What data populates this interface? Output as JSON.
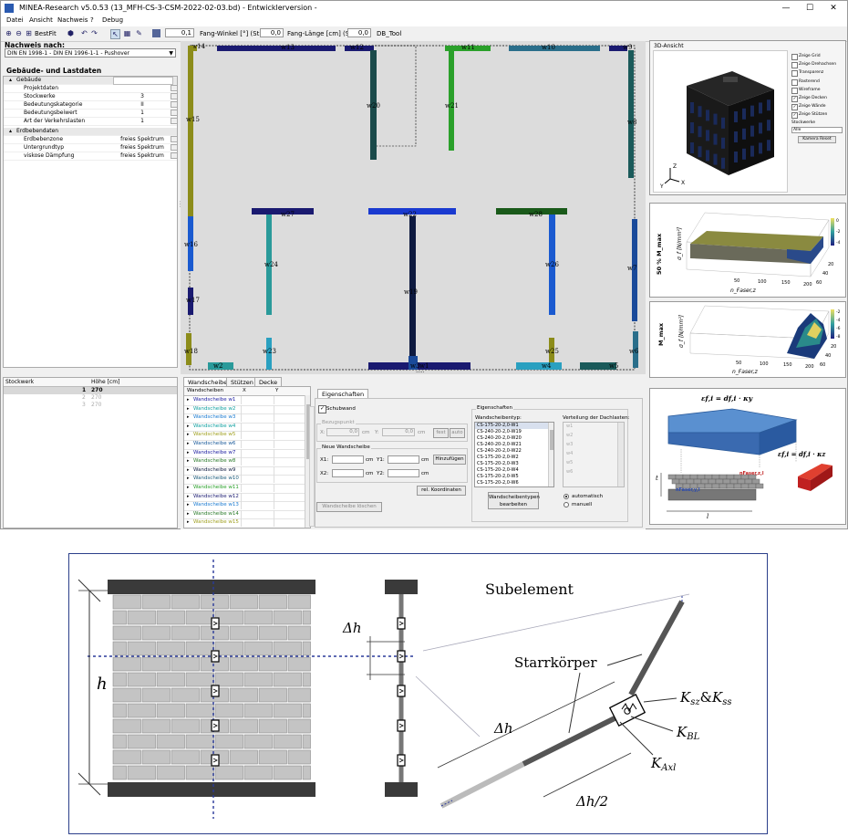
{
  "window": {
    "title": "MINEA-Research v5.0.53 (13_MFH-CS-3-CSM-2022-02-03.bd) - Entwicklerversion -",
    "min": "—",
    "max": "☐",
    "close": "✕"
  },
  "menu": [
    "Datei",
    "Ansicht",
    "Nachweis",
    "?",
    "Debug"
  ],
  "toolbar": {
    "bestfit": "BestFit",
    "grid_value": "0,1",
    "angle_label": "Fang-Winkel [°] (Strg):",
    "angle_value": "0,0",
    "length_label": "Fang-Länge [cm] (Strg):",
    "length_value": "0,0",
    "db_tool": "DB_Tool"
  },
  "nachweis": {
    "title": "Nachweis nach:",
    "selected": "DIN EN 1998-1 - DIN EN 1996-1-1 - Pushover"
  },
  "gebaeude": {
    "title": "Gebäude- und Lastdaten",
    "cat1": "Gebäude",
    "rows1": [
      {
        "label": "Projektdaten",
        "value": ""
      },
      {
        "label": "Stockwerke",
        "value": "3"
      },
      {
        "label": "Bedeutungskategorie",
        "value": "II"
      },
      {
        "label": "Bedeutungsbeiwert",
        "value": "1"
      },
      {
        "label": "Art der Verkehrslasten",
        "value": "1"
      }
    ],
    "cat2": "Erdbebendaten",
    "rows2": [
      {
        "label": "Erdbebenzone",
        "value": "freies Spektrum"
      },
      {
        "label": "Untergrundtyp",
        "value": "freies Spektrum"
      },
      {
        "label": "viskose Dämpfung",
        "value": "freies Spektrum"
      }
    ]
  },
  "stockwerk": {
    "col1": "Stockwerk",
    "col2": "Höhe [cm]",
    "rows": [
      {
        "n": "1",
        "h": "270"
      },
      {
        "n": "2",
        "h": "270"
      },
      {
        "n": "3",
        "h": "270"
      }
    ]
  },
  "plan": {
    "walls": [
      {
        "name": "w14",
        "color": "#8c8c1a"
      },
      {
        "name": "w13",
        "color": "#1a1a70"
      },
      {
        "name": "w12",
        "color": "#1a1a70"
      },
      {
        "name": "w11",
        "color": "#2aa02a"
      },
      {
        "name": "w10",
        "color": "#2a6e8a"
      },
      {
        "name": "w9",
        "color": "#1a1a70"
      },
      {
        "name": "w15",
        "color": "#8c8c1a"
      },
      {
        "name": "w20",
        "color": "#1a4a4a"
      },
      {
        "name": "w21",
        "color": "#2aa02a"
      },
      {
        "name": "w8",
        "color": "#1a5a5a"
      },
      {
        "name": "w27",
        "color": "#1a1a70"
      },
      {
        "name": "w22",
        "color": "#1a3ad0"
      },
      {
        "name": "w28",
        "color": "#1a5a1a"
      },
      {
        "name": "w16",
        "color": "#1a5ad0"
      },
      {
        "name": "w24",
        "color": "#2a9a9a"
      },
      {
        "name": "w19",
        "color": "#0e1a40"
      },
      {
        "name": "w26",
        "color": "#1a5ad0"
      },
      {
        "name": "w7",
        "color": "#1a4a9a"
      },
      {
        "name": "w17",
        "color": "#1a1a70"
      },
      {
        "name": "w18",
        "color": "#8c8c1a"
      },
      {
        "name": "w23",
        "color": "#2aa0c0"
      },
      {
        "name": "w25",
        "color": "#8c8c1a"
      },
      {
        "name": "w6",
        "color": "#2a6e8a"
      },
      {
        "name": "w4",
        "color": "#2aa0c0"
      },
      {
        "name": "w5",
        "color": "#1a5a5a"
      },
      {
        "name": "w1",
        "color": "#1a1a70"
      },
      {
        "name": "w2",
        "color": "#2a9a9a"
      },
      {
        "name": "w3",
        "color": "#1a4a9a"
      }
    ],
    "resize": "....."
  },
  "tabs": [
    "Wandscheiben",
    "Stützen",
    "Decke"
  ],
  "wlist": {
    "head": [
      "Wandscheiben",
      "X",
      "Y"
    ],
    "items": [
      {
        "label": "Wandscheibe w1",
        "color": "#1a1aa0"
      },
      {
        "label": "Wandscheibe w2",
        "color": "#10a0a0"
      },
      {
        "label": "Wandscheibe w3",
        "color": "#1a7ad0"
      },
      {
        "label": "Wandscheibe w4",
        "color": "#10a0a0"
      },
      {
        "label": "Wandscheibe w5",
        "color": "#a0a020"
      },
      {
        "label": "Wandscheibe w6",
        "color": "#1a5a9a"
      },
      {
        "label": "Wandscheibe w7",
        "color": "#1a1aa0"
      },
      {
        "label": "Wandscheibe w8",
        "color": "#2a7a2a"
      },
      {
        "label": "Wandscheibe w9",
        "color": "#0e1a40"
      },
      {
        "label": "Wandscheibe w10",
        "color": "#1a5a7a"
      },
      {
        "label": "Wandscheibe w11",
        "color": "#2aa02a"
      },
      {
        "label": "Wandscheibe w12",
        "color": "#1a1a70"
      },
      {
        "label": "Wandscheibe w13",
        "color": "#1a7ad0"
      },
      {
        "label": "Wandscheibe w14",
        "color": "#2a7a2a"
      },
      {
        "label": "Wandscheibe w15",
        "color": "#a0a020"
      }
    ]
  },
  "eig": {
    "tab": "Eigenschaften",
    "schubwand": "Schubwand",
    "bezug_title": "Bezugspunkt",
    "x_label": "X:",
    "x_val": "0,0",
    "cm": "cm",
    "y_label": "Y:",
    "y_val": "0,0",
    "fest": "fest",
    "auto": "auto",
    "neu_title": "Neue Wandscheibe",
    "x1": "X1:",
    "y1": "Y1:",
    "x2": "X2:",
    "y2": "Y2:",
    "hinzufuegen": "Hinzufügen",
    "rel": "rel. Koordinaten",
    "loeschen": "Wandscheibe löschen",
    "eig_title": "Eigenschaften",
    "typ_title": "Wandscheibentyp:",
    "types": [
      "CS-175-20-2,0-W1",
      "CS-240-20-2,0-W19",
      "CS-240-20-2,0-W20",
      "CS-240-20-2,0-W21",
      "CS-240-20-2,0-W22",
      "CS-175-20-2,0-W2",
      "CS-175-20-2,0-W3",
      "CS-175-20-2,0-W4",
      "CS-175-20-2,0-W5",
      "CS-175-20-2,0-W6"
    ],
    "vert_title": "Verteilung der Dachlasten:",
    "vert": [
      "w1",
      "w2",
      "w3",
      "w4",
      "w5",
      "w6"
    ],
    "typbtn": "Wandscheibentypen bearbeiten",
    "automatisch": "automatisch",
    "manuell": "manuell"
  },
  "view3d": {
    "title": "3D-Ansicht",
    "opts": [
      "Zeige Grid",
      "Zeige Drehachsen",
      "Transparenz",
      "Rasterend",
      "Wireframe",
      "Zeige Decken",
      "Zeige Wände",
      "Zeige Stützen"
    ],
    "checked": [
      false,
      false,
      false,
      false,
      false,
      true,
      true,
      true
    ],
    "stockwerke": "Stockwerke",
    "alle": "Alle",
    "kamera": "Kamera Reset",
    "axes": [
      "Z",
      "Y",
      "X"
    ]
  },
  "plots": {
    "p1_ylabel": "50 % M_max",
    "p2_ylabel": "M_max",
    "sigma": "σ_f [N/mm²]",
    "xlabel": "n_Faser,z",
    "xticks": [
      "50",
      "100",
      "150",
      "200"
    ],
    "yticks": [
      "60",
      "40",
      "20"
    ],
    "c1": [
      "0",
      "-2",
      "-4"
    ],
    "c2": [
      "-2",
      "-4",
      "-6",
      "-8"
    ]
  },
  "fiber": {
    "eq1": "εf,i = df,i · κy",
    "eq2": "εf,i = df,i · κz",
    "t": "t",
    "l": "l",
    "nz": "nFaser,z,l",
    "ny": "nFaser,y,l"
  },
  "diagram": {
    "h": "h",
    "dh": "Δh",
    "subelement": "Subelement",
    "starr": "Starrkörper",
    "dh2": "Δh",
    "dh_half": "Δh/2",
    "ksz": "K",
    "ksz_sub": "sz",
    "amp": "&",
    "kss": "K",
    "kss_sub": "ss",
    "kbl": "K",
    "kbl_sub": "BL",
    "kaxl": "K",
    "kaxl_sub": "Axl"
  }
}
